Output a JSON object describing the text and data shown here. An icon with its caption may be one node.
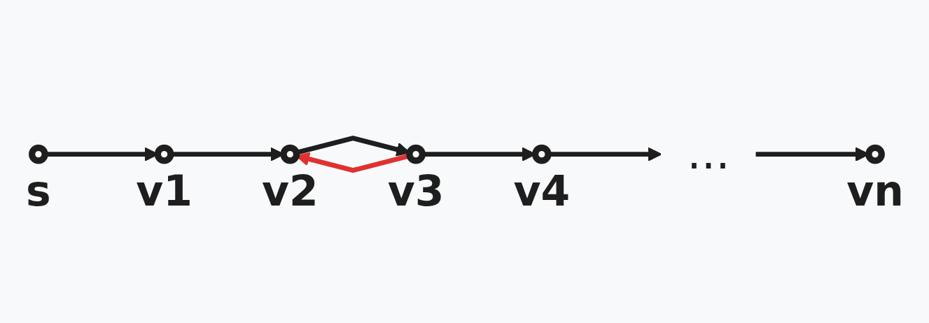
{
  "diagram": {
    "nodes": [
      {
        "text": [],
        "shape": "circle",
        "beside": [
          "s"
        ]
      },
      {
        "text": [],
        "shape": "circle",
        "beside": [
          "v1"
        ]
      },
      {
        "text": [],
        "shape": "circle",
        "beside": [
          "v2"
        ]
      },
      {
        "text": [],
        "shape": "circle",
        "beside": [
          "v3"
        ]
      },
      {
        "text": [],
        "shape": "circle",
        "beside": [
          "v4"
        ]
      },
      {
        "text": [
          "..."
        ]
      },
      {
        "text": [],
        "shape": "circle",
        "beside": [
          "vn"
        ]
      }
    ],
    "edges": [
      {
        "from": 0,
        "to": 1,
        "arrow": "to"
      },
      {
        "from": 1,
        "to": 2,
        "arrow": "to"
      },
      {
        "from": 2,
        "to": 3,
        "arrow": "to"
      },
      {
        "from": 3,
        "to": 2,
        "arrow": "to",
        "color": "#e03131"
      },
      {
        "from": 3,
        "to": 4,
        "arrow": "to"
      },
      {
        "from": 4,
        "to": 5,
        "arrow": "to"
      },
      {
        "from": 5,
        "to": 6,
        "arrow": "to"
      }
    ]
  }
}
